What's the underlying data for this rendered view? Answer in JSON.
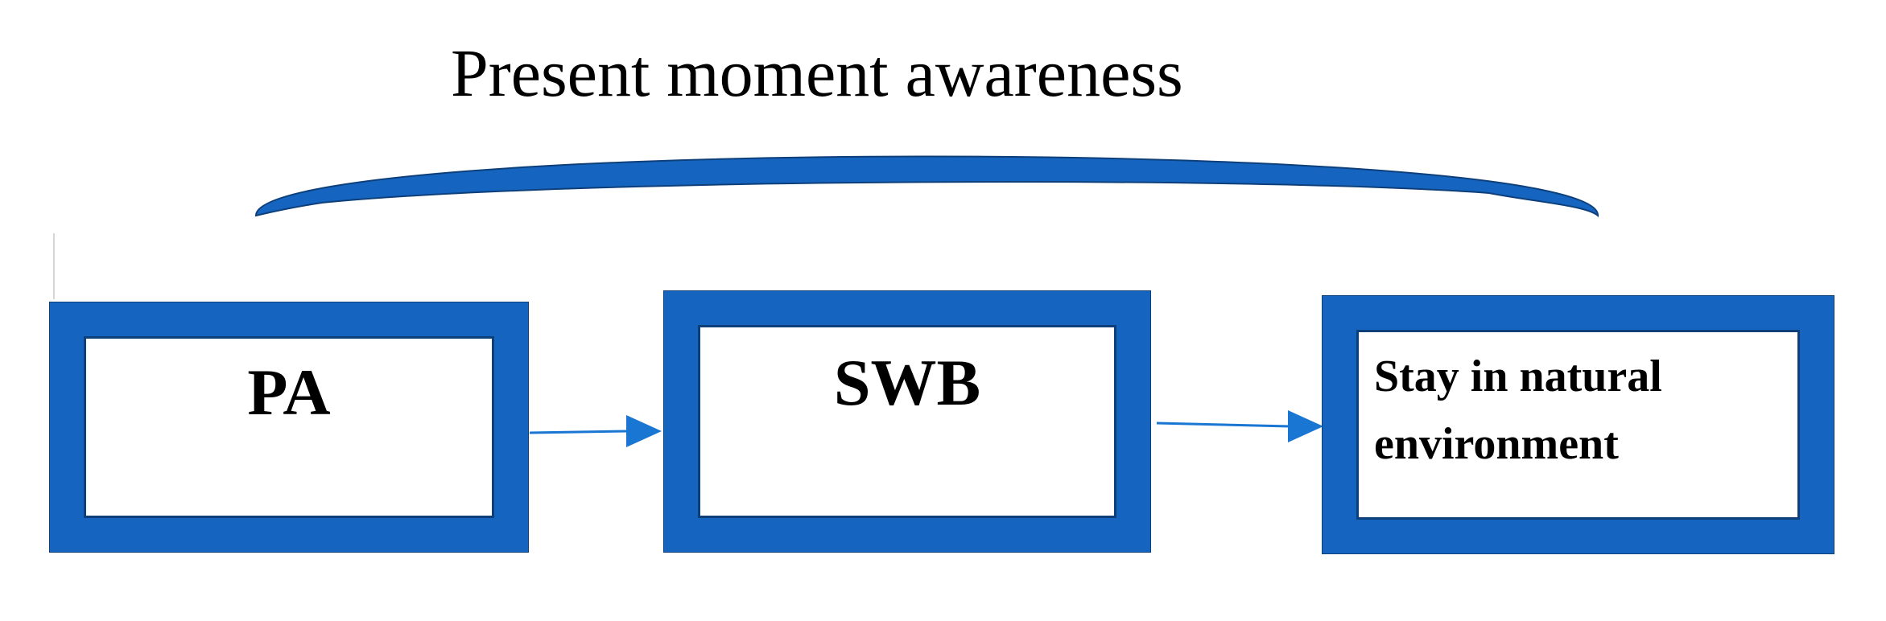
{
  "diagram": {
    "arc_label": "Present moment awareness",
    "nodes": [
      {
        "id": "pa",
        "label": "PA"
      },
      {
        "id": "swb",
        "label": "SWB"
      },
      {
        "id": "env",
        "label": "Stay in natural environment"
      }
    ],
    "edges": [
      {
        "from": "pa",
        "to": "swb"
      },
      {
        "from": "swb",
        "to": "env"
      }
    ],
    "colors": {
      "box_border": "#1565c0",
      "box_border_outline": "#0d3f7a",
      "arrow": "#1976d2",
      "arc": "#1565c0"
    }
  }
}
